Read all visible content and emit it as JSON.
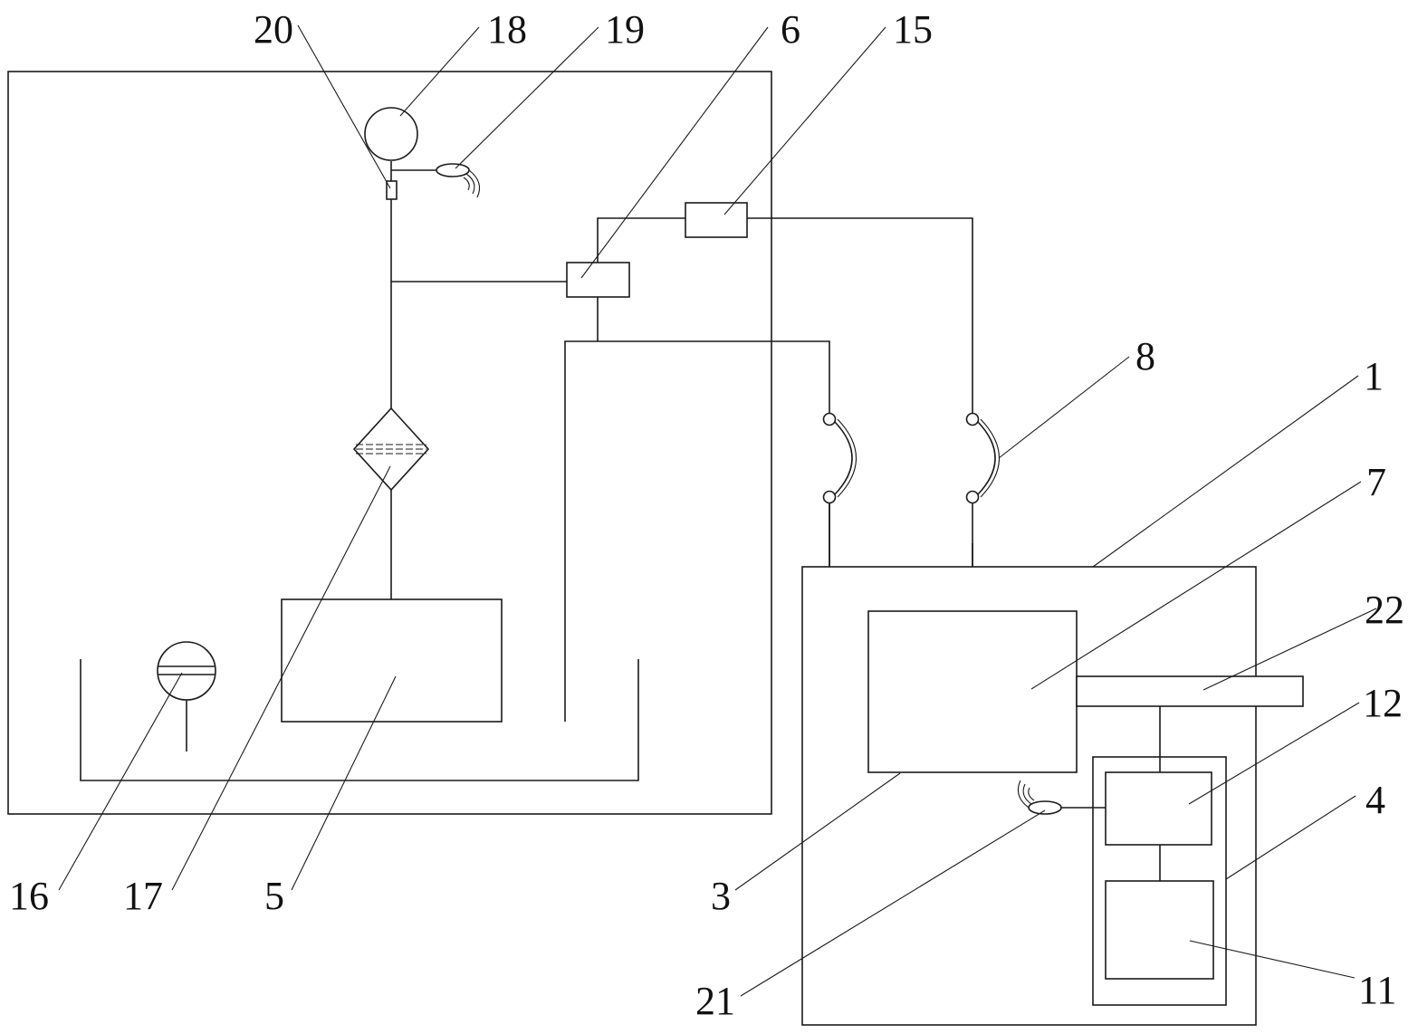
{
  "labels": {
    "n20": "20",
    "n18": "18",
    "n19": "19",
    "n6": "6",
    "n15": "15",
    "n8": "8",
    "n1": "1",
    "n7": "7",
    "n22": "22",
    "n12": "12",
    "n4": "4",
    "n16": "16",
    "n17": "17",
    "n5": "5",
    "n3": "3",
    "n21": "21",
    "n11": "11"
  }
}
